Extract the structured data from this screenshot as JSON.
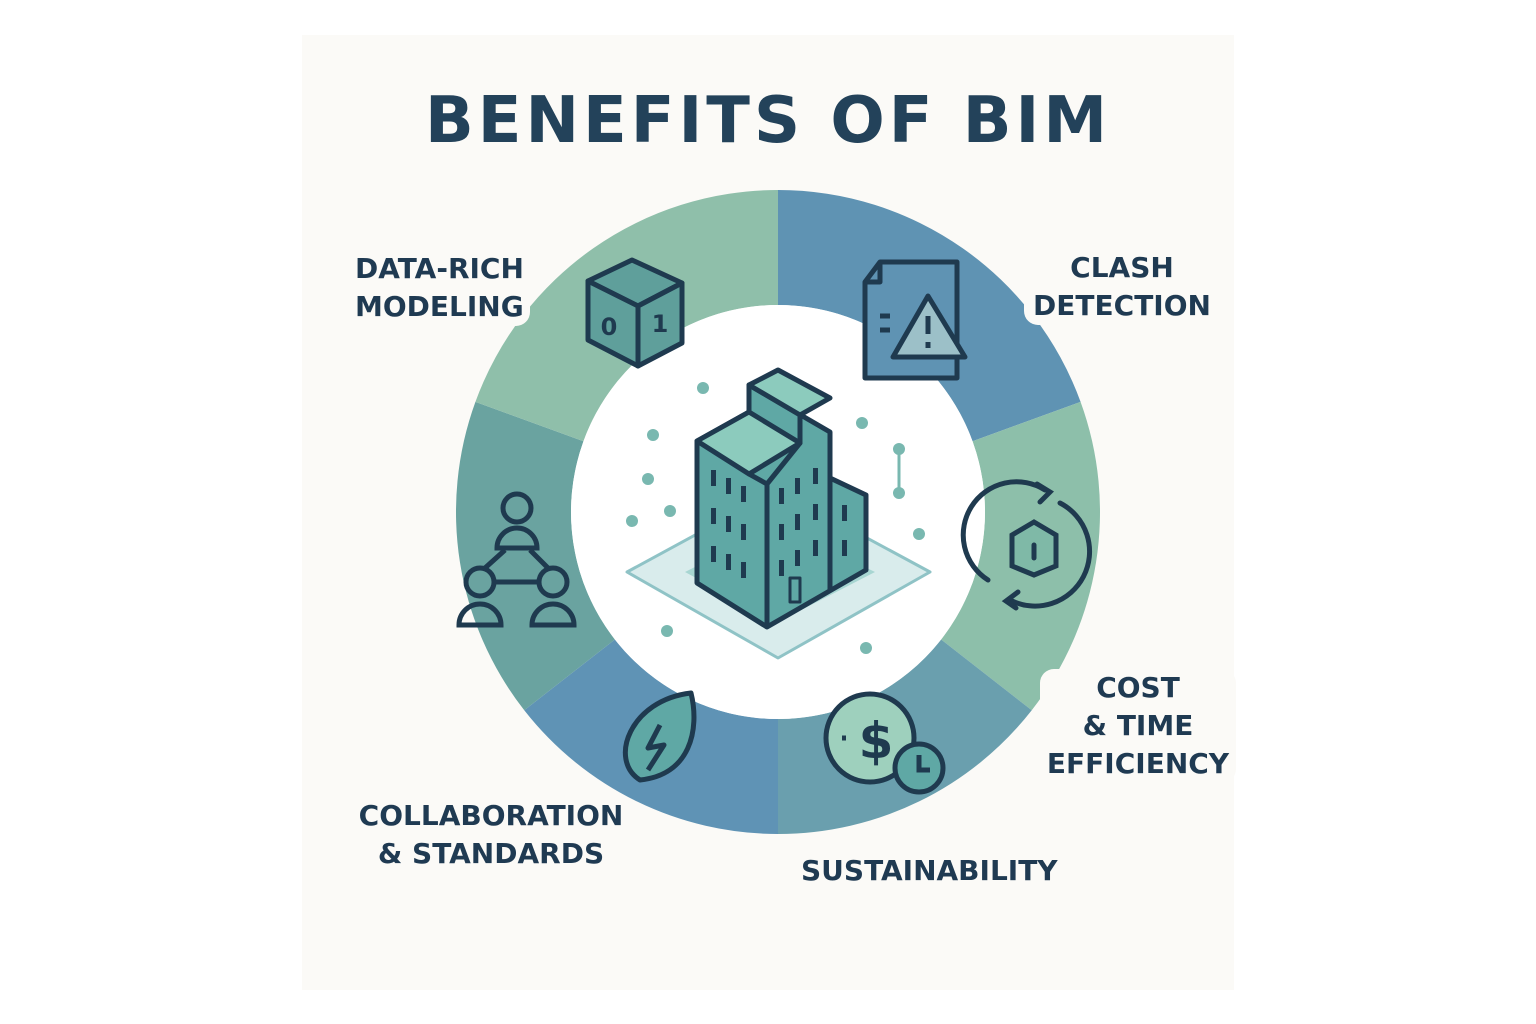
{
  "title": "BENEFITS OF BIM",
  "benefits": [
    {
      "lines": [
        "DATA-RICH",
        "MODELING"
      ],
      "icon": "binary-cube-icon"
    },
    {
      "lines": [
        "CLASH",
        "DETECTION"
      ],
      "icon": "document-warning-icon"
    },
    {
      "lines": [
        "COST",
        "& TIME",
        "EFFICIENCY"
      ],
      "icon": "lifecycle-cycle-icon"
    },
    {
      "lines": [
        "SUSTAINABILITY"
      ],
      "icon": "cost-clock-icon"
    },
    {
      "lines": [
        "COLLABORATION",
        "& STANDARDS"
      ],
      "icon": "leaf-energy-icon"
    },
    {
      "lines": [],
      "icon": "team-network-icon"
    }
  ],
  "ring_colors": [
    "#5f93b3",
    "#8dbfaa",
    "#6a9fae",
    "#5f93b5",
    "#6aa3a0",
    "#8fbfaa"
  ],
  "stroke_color": "#1f3a4f",
  "icon_text": {
    "bit0": "0",
    "bit1": "1"
  }
}
